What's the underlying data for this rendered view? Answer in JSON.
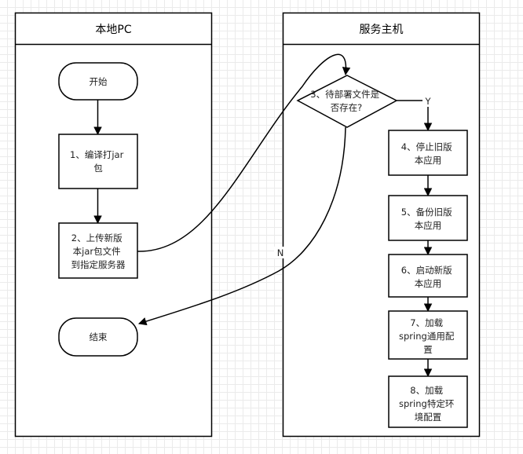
{
  "lanes": [
    {
      "title": "本地PC"
    },
    {
      "title": "服务主机"
    }
  ],
  "nodes": {
    "start": {
      "lines": [
        "开始"
      ]
    },
    "step1": {
      "lines": [
        "1、编译打jar",
        "包"
      ]
    },
    "step2": {
      "lines": [
        "2、上传新版",
        "本jar包文件",
        "到指定服务器"
      ]
    },
    "end": {
      "lines": [
        "结束"
      ]
    },
    "step3": {
      "lines": [
        "3、待部署文件是",
        "否存在?"
      ]
    },
    "step4": {
      "lines": [
        "4、停止旧版",
        "本应用"
      ]
    },
    "step5": {
      "lines": [
        "5、备份旧版",
        "本应用"
      ]
    },
    "step6": {
      "lines": [
        "6、启动新版",
        "本应用"
      ]
    },
    "step7": {
      "lines": [
        "7、加载",
        "spring通用配",
        "置"
      ]
    },
    "step8": {
      "lines": [
        "8、加载",
        "spring特定环",
        "境配置"
      ]
    }
  },
  "edges": {
    "yes_label": "Y",
    "no_label": "N"
  }
}
